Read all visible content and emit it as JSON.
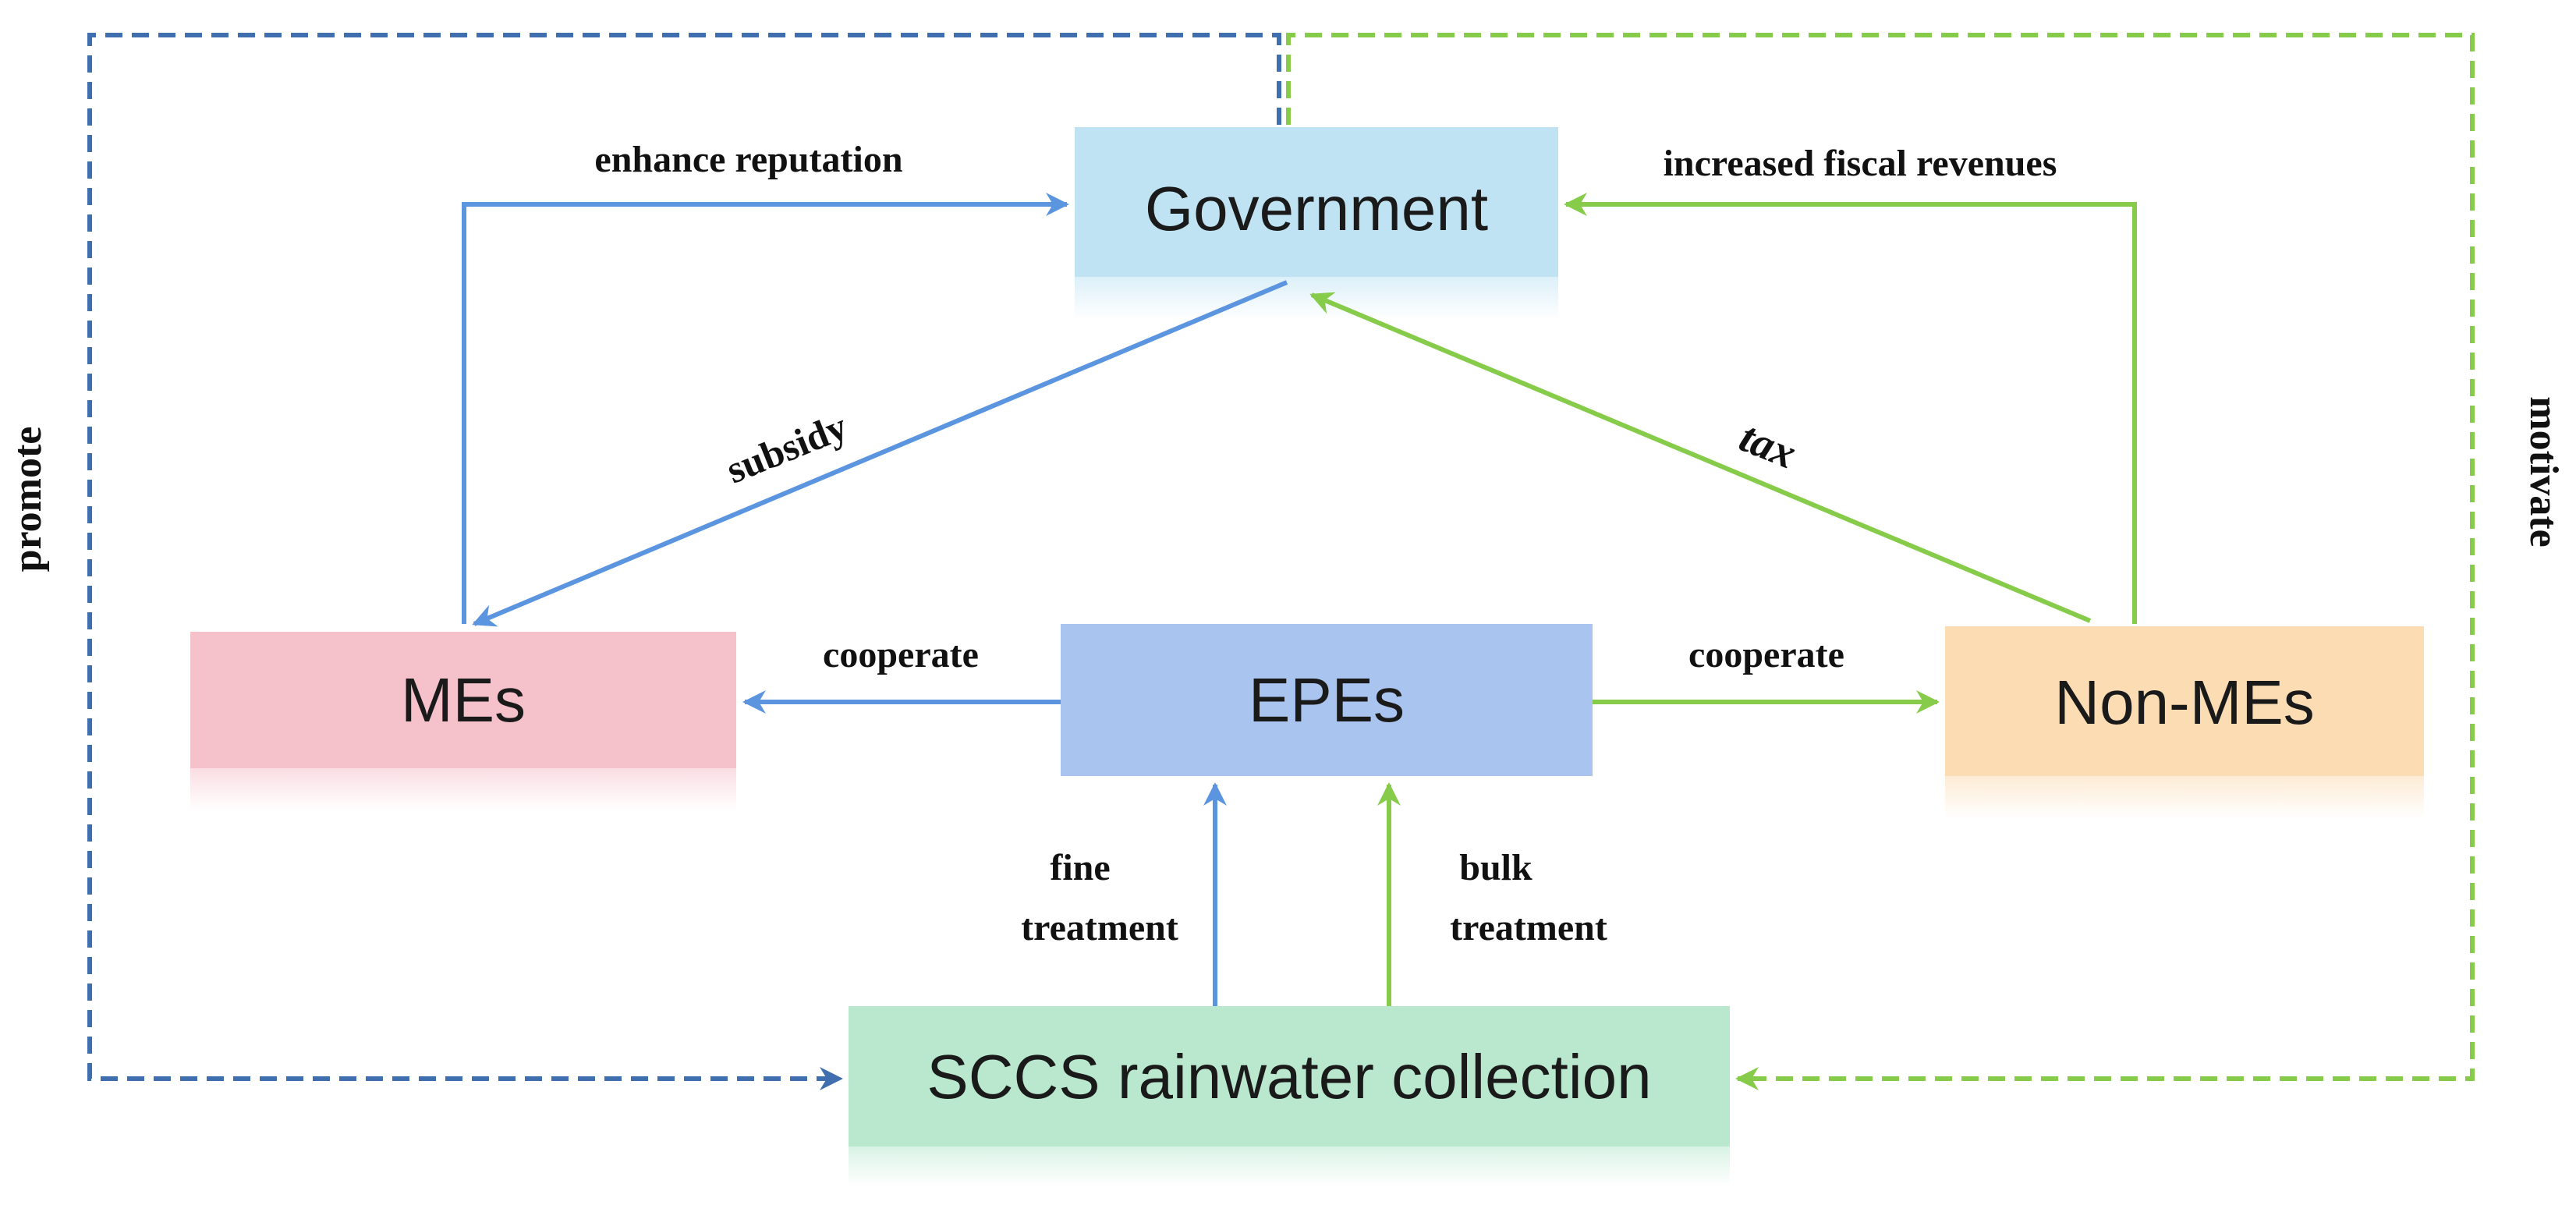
{
  "nodes": {
    "government": {
      "label": "Government",
      "fill": "#bfe3f3"
    },
    "mes": {
      "label": "MEs",
      "fill": "#f5c2cc"
    },
    "epes": {
      "label": "EPEs",
      "fill": "#a9c4ef"
    },
    "non_mes": {
      "label": "Non-MEs",
      "fill": "#fbdcb3"
    },
    "sccs": {
      "label": "SCCS rainwater collection",
      "fill": "#b9e8cf"
    }
  },
  "edges": {
    "enhance_reputation": "enhance reputation",
    "increased_fiscal_revenues": "increased fiscal revenues",
    "subsidy": "subsidy",
    "tax": "tax",
    "cooperate_left": "cooperate",
    "cooperate_right": "cooperate",
    "fine_treatment": [
      "fine",
      "treatment"
    ],
    "bulk_treatment": [
      "bulk",
      "treatment"
    ],
    "promote": "promote",
    "motivate": "motivate"
  },
  "colors": {
    "blue_arrow": "#5b95e0",
    "green_arrow": "#86cc4a",
    "blue_dashed": "#3f6fae",
    "green_dashed": "#86cc4a"
  }
}
